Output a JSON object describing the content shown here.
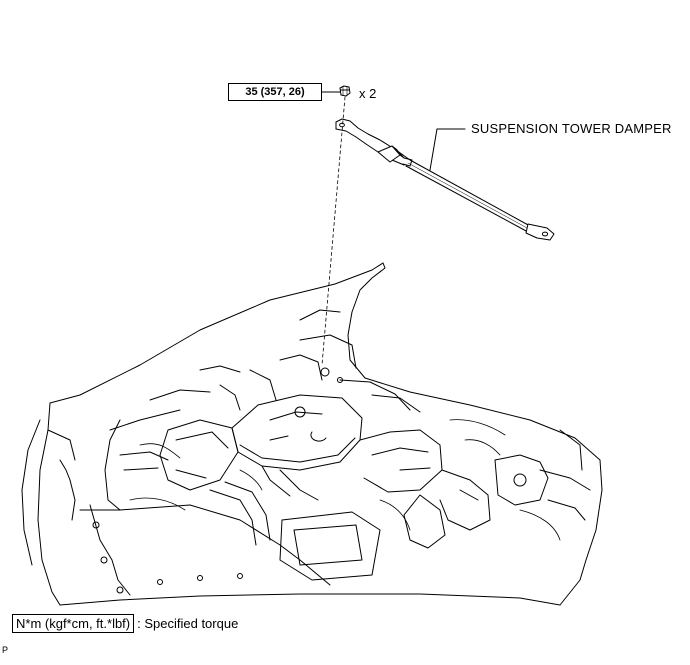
{
  "torque_spec": {
    "value": "35 (357, 26)"
  },
  "bolt": {
    "quantity": "x 2"
  },
  "part": {
    "name": "SUSPENSION TOWER DAMPER"
  },
  "legend": {
    "unit": "N*m (kgf*cm, ft.*lbf)",
    "description": ": Specified torque"
  },
  "corner_mark": "P"
}
